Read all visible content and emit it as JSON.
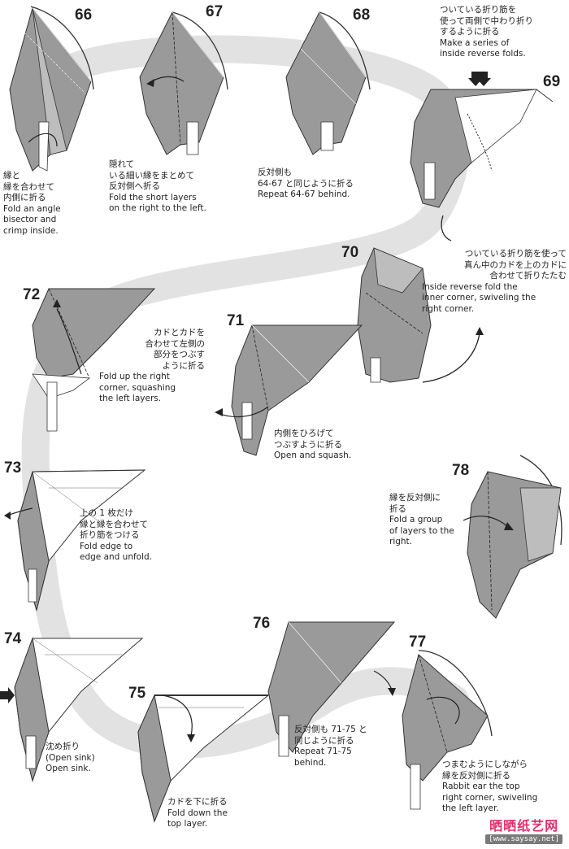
{
  "steps": [
    {
      "number": "66",
      "jp": "縁と\n縁を合わせて\n内側に折る",
      "en": "Fold an angle\nbisector and\ncrimp inside."
    },
    {
      "number": "67",
      "jp": "隠れて\nいる細い縁をまとめて\n反対側へ折る",
      "en": "Fold the short layers\non the right to the left."
    },
    {
      "number": "68",
      "jp": "反対側も\n64-67 と同じように折る",
      "en": "Repeat 64-67 behind."
    },
    {
      "number": "69",
      "jp": "ついている折り筋を\n使って両側で中わり折り\nするように折る",
      "en": "Make a series of\ninside reverse folds."
    },
    {
      "number": "70",
      "jp": "ついている折り筋を使って\n真ん中のカドを上のカドに\n合わせて折りたたむ",
      "en": "Inside reverse fold the\ninner corner, swiveling the\nright corner."
    },
    {
      "number": "71",
      "jp": "内側をひろげて\nつぶすように折る",
      "en": "Open and squash."
    },
    {
      "number": "72",
      "jp": "カドとカドを\n合わせて左側の\n部分をつぶす\nように折る",
      "en": "Fold up the right\ncorner, squashing\nthe left layers."
    },
    {
      "number": "73",
      "jp": "上の 1 枚だけ\n縁と縁を合わせて\n折り筋をつける",
      "en": "Fold edge to\nedge and unfold."
    },
    {
      "number": "74",
      "jp": "沈め折り\n(Open sink)",
      "en": "Open sink."
    },
    {
      "number": "75",
      "jp": "カドを下に折る",
      "en": "Fold down the\ntop layer."
    },
    {
      "number": "76",
      "jp": "反対側も 71-75 と\n同じように折る",
      "en": "Repeat 71-75\nbehind."
    },
    {
      "number": "77",
      "jp": "つまむようにしながら\n縁を反対側に折る",
      "en": "Rabbit ear the top\nright corner, swiveling\nthe left layer."
    },
    {
      "number": "78",
      "jp": "縁を反対側に\n折る",
      "en": "Fold a group\nof layers to the\nright."
    }
  ],
  "watermark": {
    "title": "晒晒纸艺网",
    "url": "[www.saysay.net]"
  },
  "colors": {
    "paper": "#9a9a9a",
    "paper_light": "#bdbdbd",
    "path_band": "#e2e2e2",
    "white": "#ffffff",
    "line": "#333333",
    "watermark": "#e0306a"
  },
  "icons": [
    "curved-arrow-icon",
    "push-arrow-icon",
    "fold-arrow-icon"
  ]
}
